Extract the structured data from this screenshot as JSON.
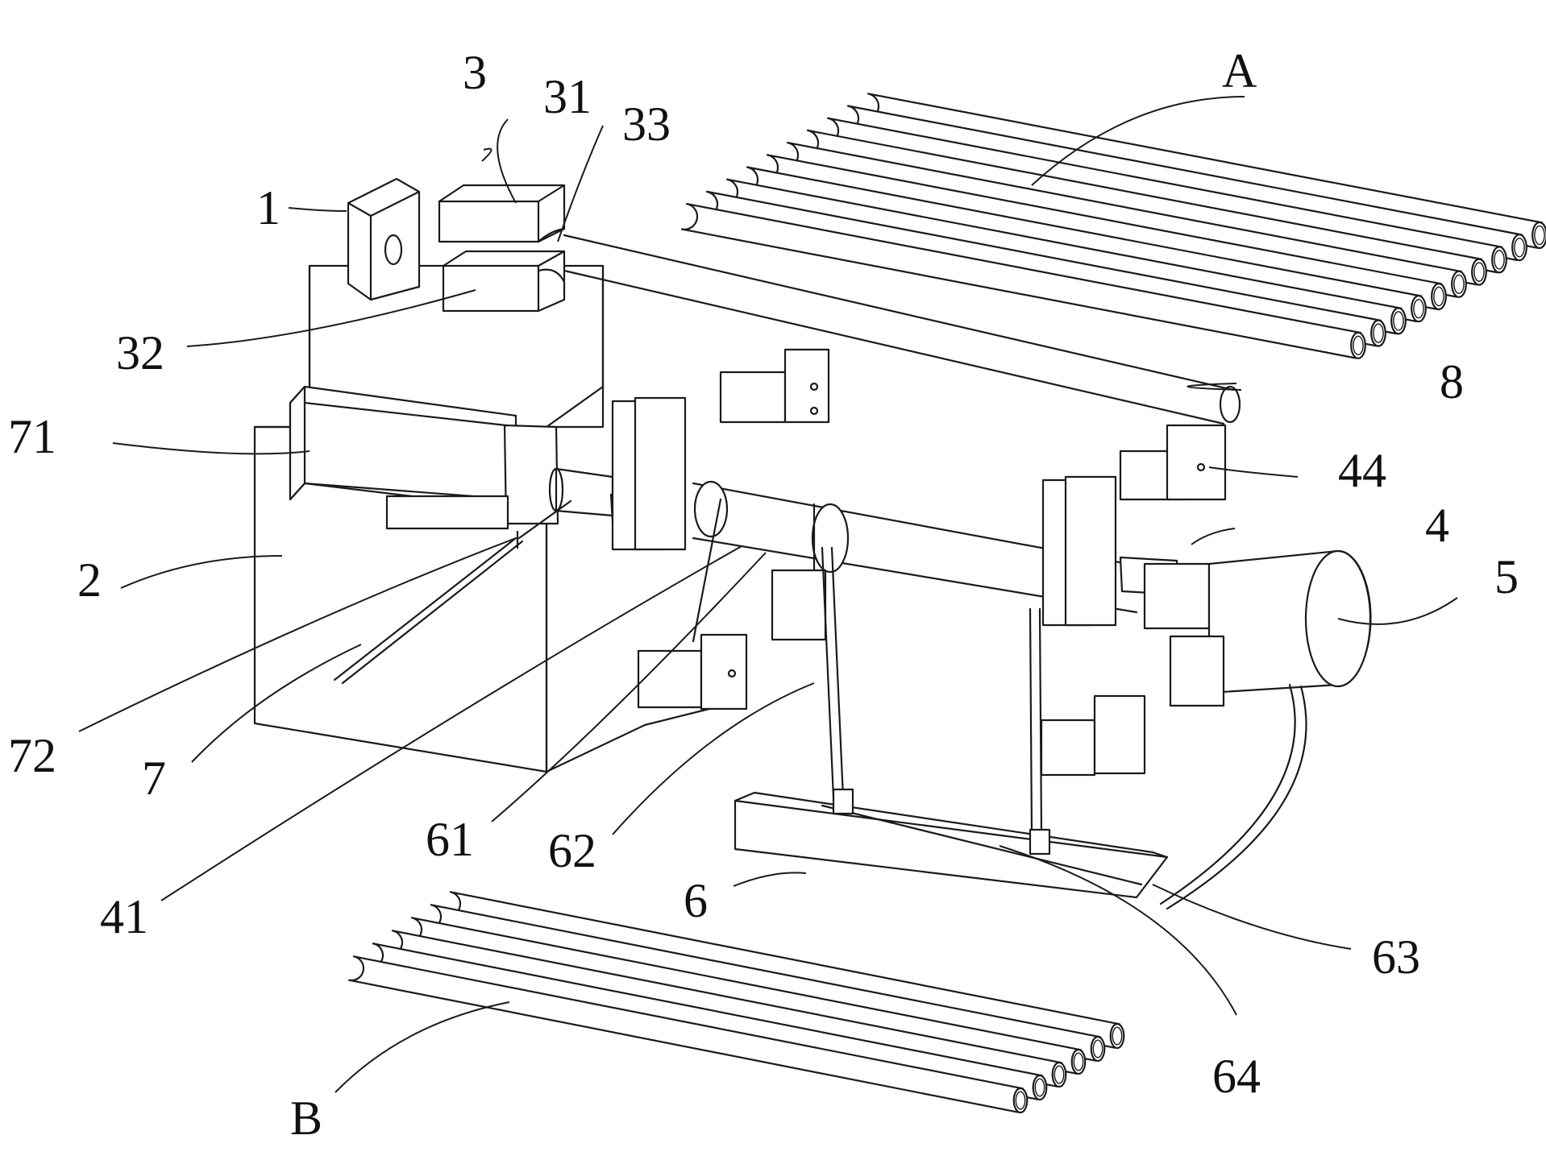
{
  "labels": {
    "l1": "1",
    "l2": "2",
    "l3": "3",
    "l31": "31",
    "l32": "32",
    "l33": "33",
    "l4": "4",
    "l41": "41",
    "l44": "44",
    "l5": "5",
    "l6": "6",
    "l61": "61",
    "l62": "62",
    "l63": "63",
    "l64": "64",
    "l7": "7",
    "l71": "71",
    "l72": "72",
    "l8": "8",
    "lA": "A",
    "lB": "B"
  }
}
